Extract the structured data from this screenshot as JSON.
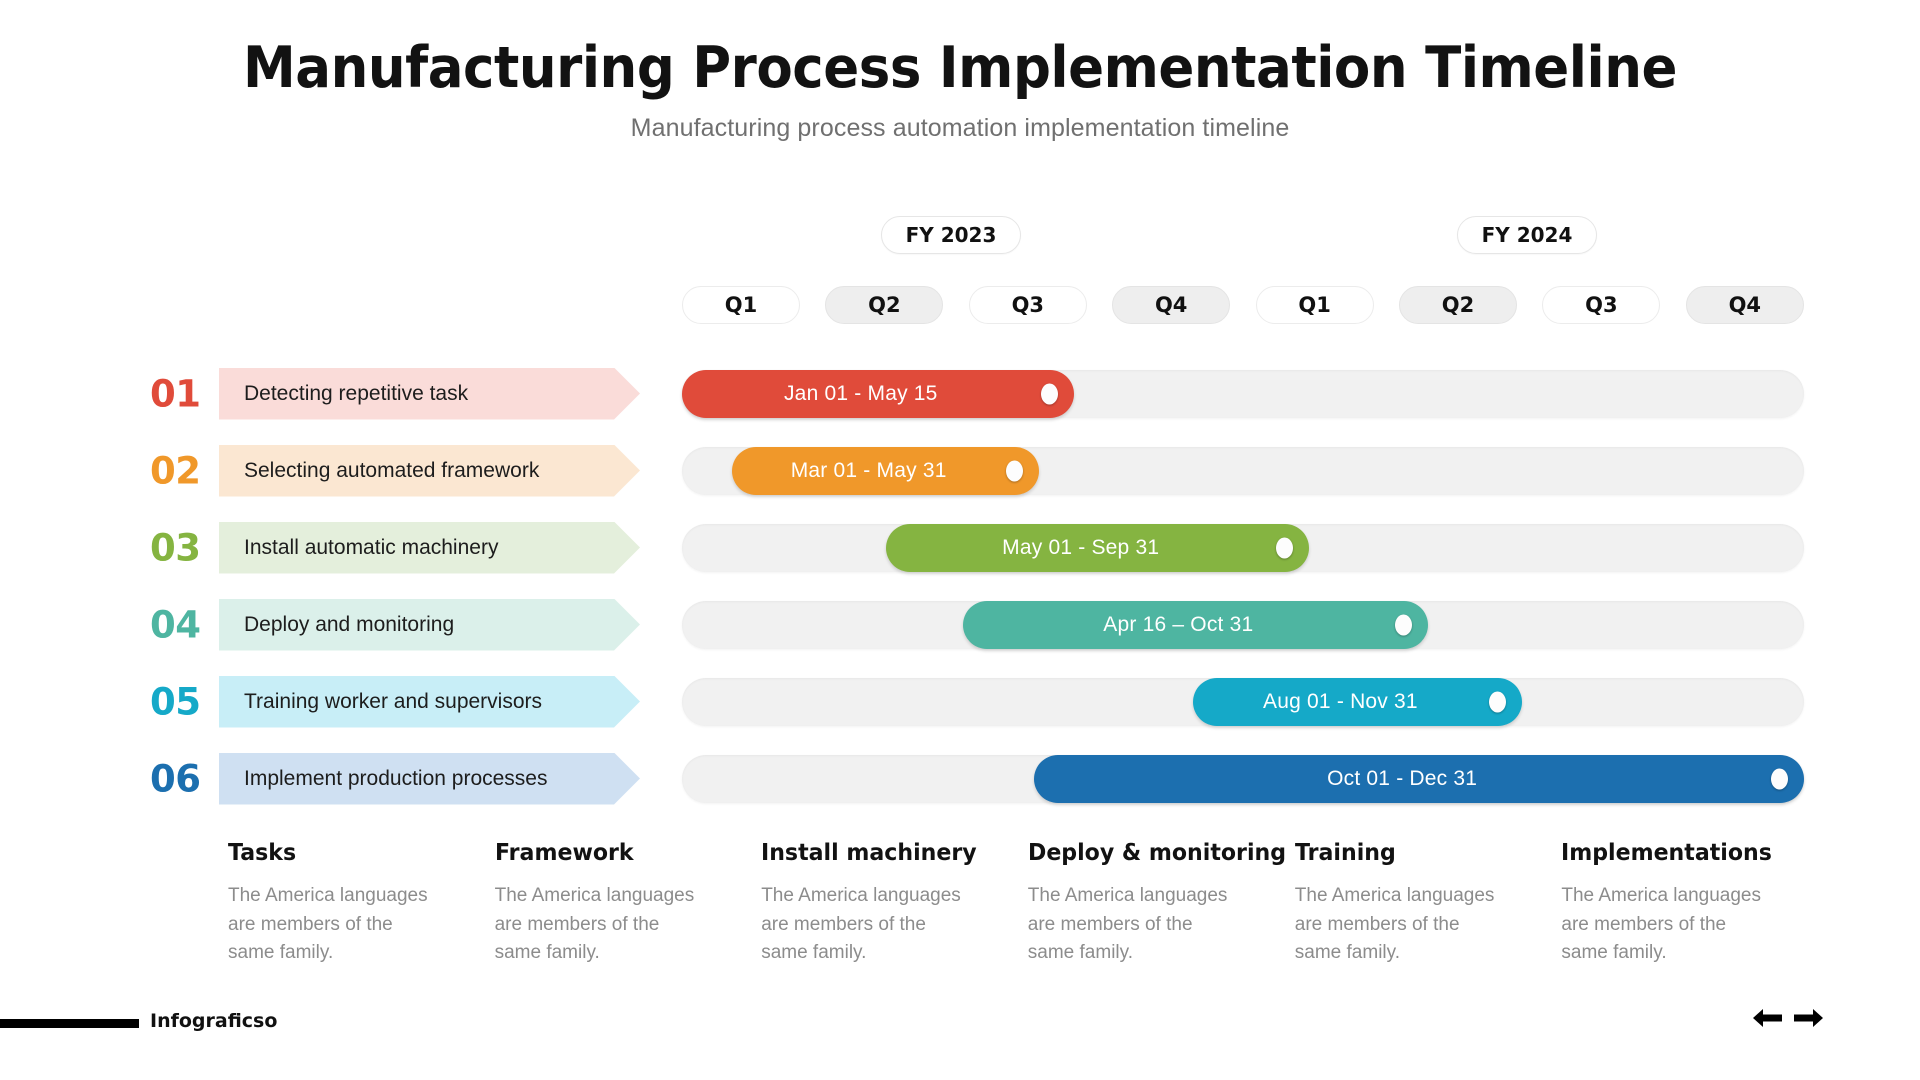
{
  "header": {
    "title": "Manufacturing Process Implementation Timeline",
    "subtitle": "Manufacturing process automation implementation timeline"
  },
  "scale": {
    "fiscal_years": [
      {
        "label": "FY 2023"
      },
      {
        "label": "FY 2024"
      }
    ],
    "quarters": [
      {
        "label": "Q1",
        "shaded": false
      },
      {
        "label": "Q2",
        "shaded": true
      },
      {
        "label": "Q3",
        "shaded": false
      },
      {
        "label": "Q4",
        "shaded": true
      },
      {
        "label": "Q1",
        "shaded": false
      },
      {
        "label": "Q2",
        "shaded": true
      },
      {
        "label": "Q3",
        "shaded": false
      },
      {
        "label": "Q4",
        "shaded": true
      }
    ]
  },
  "chart_data": {
    "type": "bar",
    "title": "Manufacturing Process Implementation Timeline",
    "subtitle": "Manufacturing process automation implementation timeline",
    "xlabel": "",
    "ylabel": "",
    "axis_periods": [
      "FY 2023 Q1",
      "FY 2023 Q2",
      "FY 2023 Q3",
      "FY 2023 Q4",
      "FY 2024 Q1",
      "FY 2024 Q2",
      "FY 2024 Q3",
      "FY 2024 Q4"
    ],
    "categories": [
      "Detecting repetitive task",
      "Selecting automated framework",
      "Install automatic machinery",
      "Deploy and monitoring",
      "Training worker and supervisors",
      "Implement production processes"
    ],
    "tasks": [
      {
        "number": "01",
        "name": "Detecting repetitive task",
        "range_label": "Jan 01 - May 15",
        "start_pct": 0.0,
        "end_pct": 34.9,
        "color": "#E04B3A",
        "tag_color": "#fadcd9",
        "num_color": "#E04B3A"
      },
      {
        "number": "02",
        "name": "Selecting automated framework",
        "range_label": "Mar 01 - May 31",
        "start_pct": 4.5,
        "end_pct": 31.8,
        "color": "#F0982A",
        "tag_color": "#fbe7d2",
        "num_color": "#F0982A"
      },
      {
        "number": "03",
        "name": "Install automatic machinery",
        "range_label": "May 01 - Sep 31",
        "start_pct": 18.2,
        "end_pct": 55.9,
        "color": "#85B441",
        "tag_color": "#e4efdc",
        "num_color": "#85B441"
      },
      {
        "number": "04",
        "name": "Deploy and monitoring",
        "range_label": "Apr 16 – Oct 31",
        "start_pct": 25.0,
        "end_pct": 66.5,
        "color": "#4EB5A1",
        "tag_color": "#dbf0ea",
        "num_color": "#4EB5A1"
      },
      {
        "number": "05",
        "name": "Training worker and supervisors",
        "range_label": "Aug 01 - Nov 31",
        "start_pct": 45.5,
        "end_pct": 74.9,
        "color": "#15A9C8",
        "tag_color": "#c8eef7",
        "num_color": "#15A9C8"
      },
      {
        "number": "06",
        "name": "Implement production processes",
        "range_label": "Oct 01 - Dec 31",
        "start_pct": 31.4,
        "end_pct": 100.0,
        "color": "#1C6FAF",
        "tag_color": "#cfe0f2",
        "num_color": "#1C6FAF"
      }
    ]
  },
  "descriptions": [
    {
      "title": "Tasks",
      "body": "The America languages are members of the same family."
    },
    {
      "title": "Framework",
      "body": "The America languages are members of the same family."
    },
    {
      "title": "Install machinery",
      "body": "The America languages are members of the same family."
    },
    {
      "title": "Deploy & monitoring",
      "body": "The America languages are members of the same family."
    },
    {
      "title": "Training",
      "body": "The America languages are members of the same family."
    },
    {
      "title": "Implementations",
      "body": "The America languages are members of the same family."
    }
  ],
  "footer": {
    "brand": "Infograficso",
    "prev_icon": "arrow-left-icon",
    "next_icon": "arrow-right-icon"
  }
}
